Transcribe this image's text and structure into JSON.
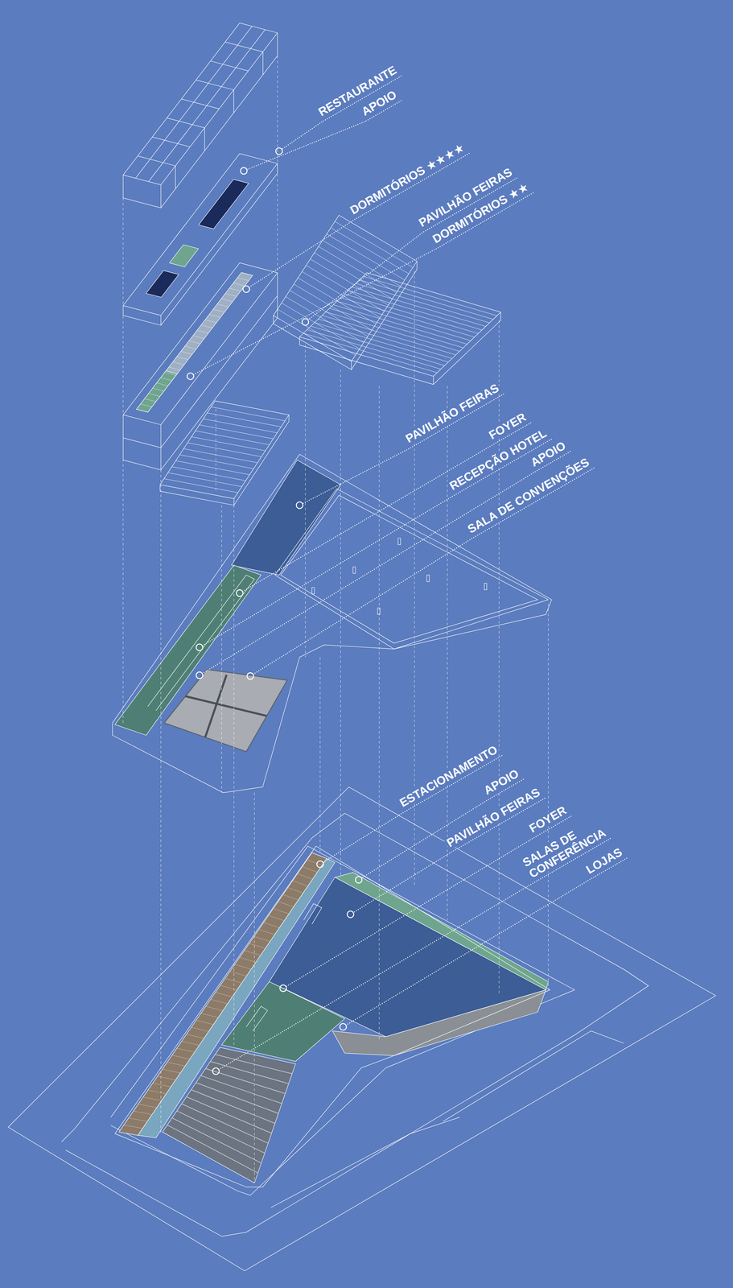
{
  "diagram": {
    "labels": [
      "RESTAURANTE",
      "APOIO",
      "DORMITÓRIOS ★★★★",
      "PAVILHÃO FEIRAS",
      "DORMITÓRIOS ★★",
      "PAVILHÃO FEIRAS",
      "FOYER",
      "RECEPÇÃO HOTEL",
      "APOIO",
      "SALA DE CONVENÇÕES",
      "ESTACIONAMENTO",
      "APOIO",
      "PAVILHÃO FEIRAS",
      "FOYER",
      "SALAS DE CONFERÊNCIA",
      "LOJAS"
    ]
  }
}
